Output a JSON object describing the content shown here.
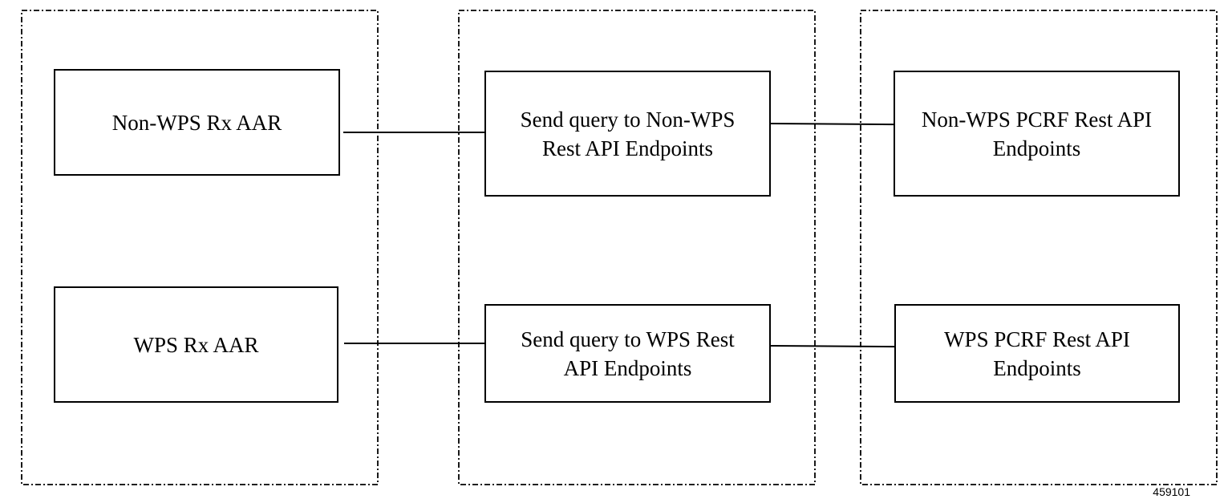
{
  "nodes": {
    "non_wps_rx_aar": "Non-WPS Rx AAR",
    "wps_rx_aar": "WPS Rx AAR",
    "send_query_non_wps": "Send query to Non-WPS Rest API Endpoints",
    "send_query_wps": "Send query to WPS Rest API Endpoints",
    "non_wps_pcrf": "Non-WPS PCRF Rest API Endpoints",
    "wps_pcrf": "WPS PCRF Rest API Endpoints"
  },
  "figure_id": "459101",
  "colors": {
    "stroke": "#000000",
    "background": "#ffffff"
  }
}
